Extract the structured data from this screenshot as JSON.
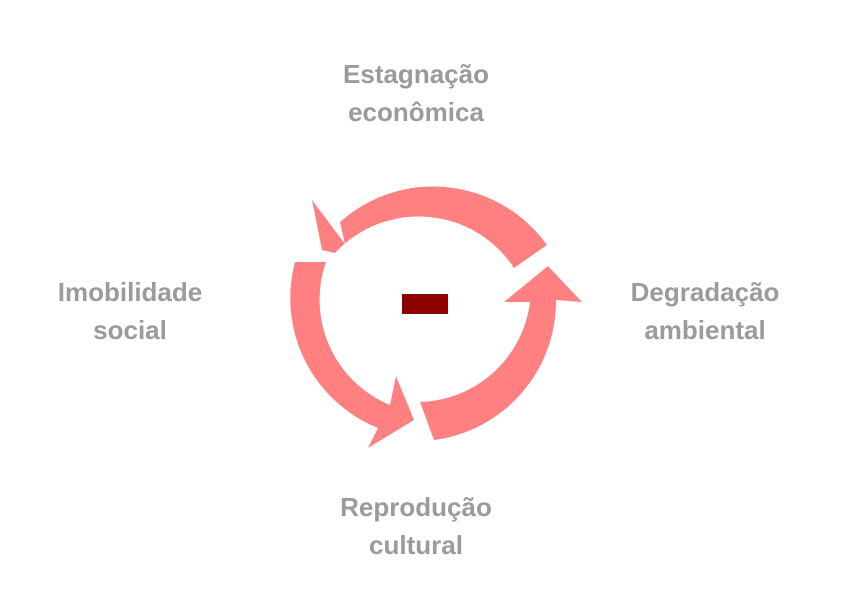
{
  "colors": {
    "arrow": "#ff8080",
    "center_sign": "#8b0000",
    "label_text": "#9b9b9b"
  },
  "nodes": {
    "top": {
      "line1": "Estagnação",
      "line2": "econômica"
    },
    "right": {
      "line1": "Degradação",
      "line2": "ambiental"
    },
    "bottom": {
      "line1": "Reprodução",
      "line2": "cultural"
    },
    "left": {
      "line1": "Imobilidade",
      "line2": "social"
    }
  },
  "center": {
    "symbol": "minus-sign"
  }
}
